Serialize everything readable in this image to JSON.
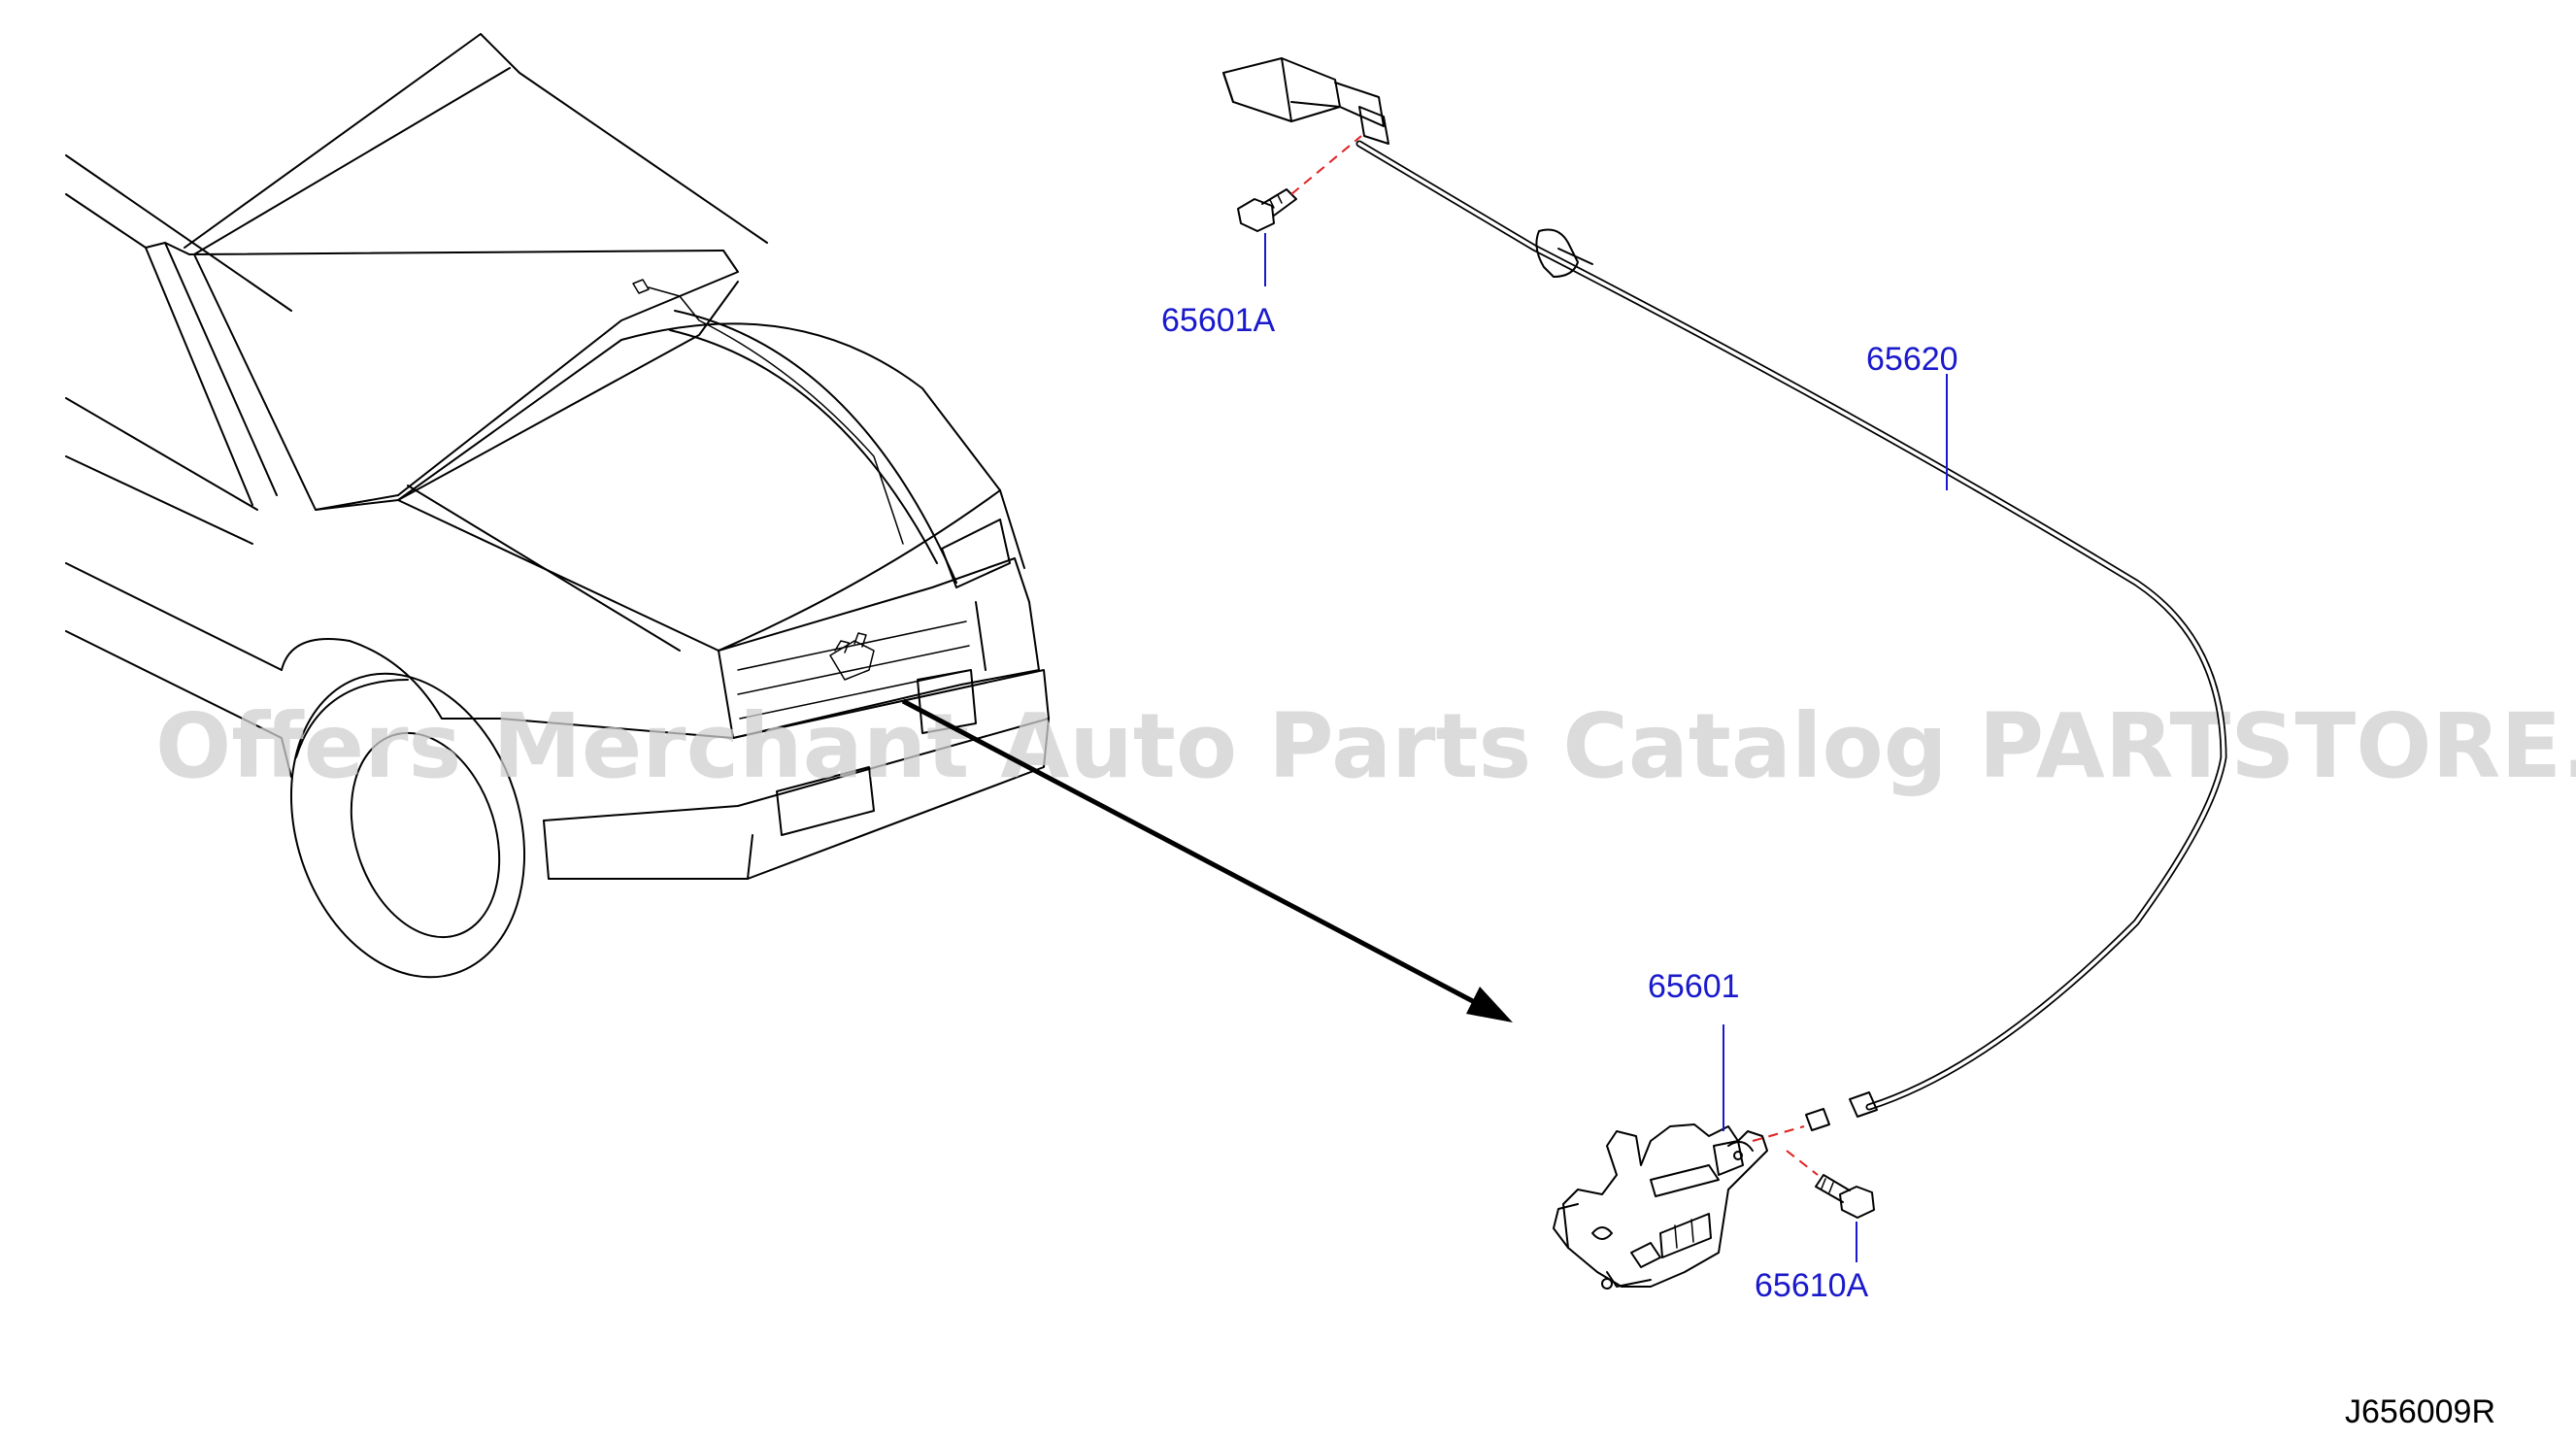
{
  "diagram": {
    "reference_code": "J656009R",
    "watermark": "Offers Merchant Auto Parts Catalog PARTSTORE.SA",
    "parts": [
      {
        "number": "65601A",
        "description_icon": "bolt-icon"
      },
      {
        "number": "65620",
        "description_icon": "cable-icon"
      },
      {
        "number": "65601",
        "description_icon": "hood-lock-icon"
      },
      {
        "number": "65610A",
        "description_icon": "bolt-icon"
      }
    ],
    "colors": {
      "part_label": "#1a1acc",
      "leader_line": "#1a1acc",
      "attach_dash": "#e02020",
      "watermark": "#cfcfcf",
      "line_art": "#000000"
    }
  }
}
